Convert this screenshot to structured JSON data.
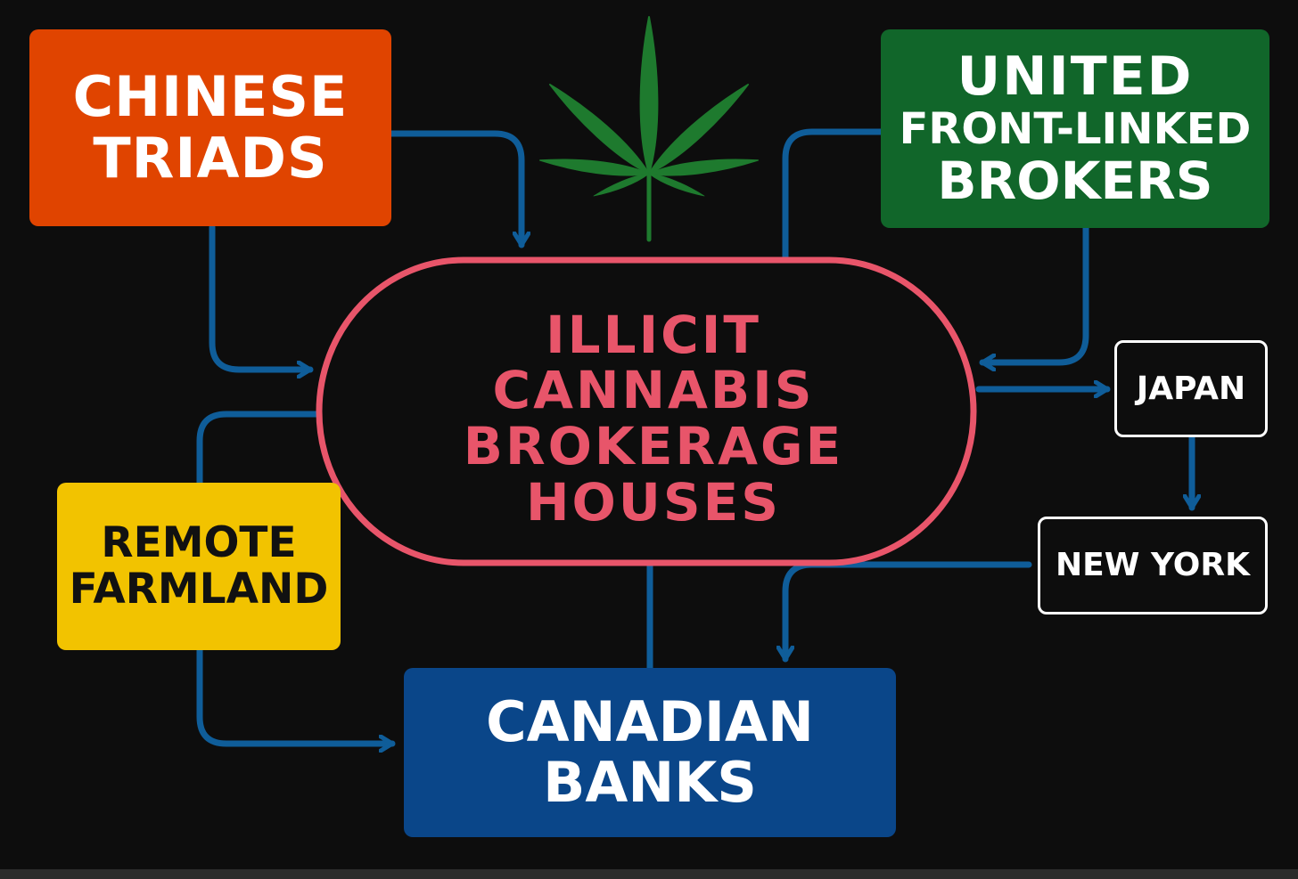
{
  "colors": {
    "background": "#0d0d0d",
    "connector": "#0f5d99",
    "hub_outline": "#e8556a",
    "hub_text": "#e8556a",
    "triads_fill": "#e04400",
    "united_fill": "#11662a",
    "farmland_fill": "#f2c300",
    "banks_fill": "#0a4689",
    "leaf": "#1e7a2e"
  },
  "icons": {
    "leaf": "cannabis-leaf-icon"
  },
  "nodes": {
    "triads": {
      "lines": [
        "CHINESE",
        "TRIADS"
      ]
    },
    "united": {
      "lines": [
        "UNITED",
        "FRONT-LINKED",
        "BROKERS"
      ]
    },
    "center": {
      "lines": [
        "ILLICIT",
        "CANNABIS",
        "BROKERAGE",
        "HOUSES"
      ]
    },
    "farmland": {
      "lines": [
        "REMOTE",
        "FARMLAND"
      ]
    },
    "banks": {
      "lines": [
        "CANADIAN",
        "BANKS"
      ]
    },
    "japan": {
      "label": "JAPAN"
    },
    "newyork": {
      "label": "NEW YORK"
    }
  }
}
